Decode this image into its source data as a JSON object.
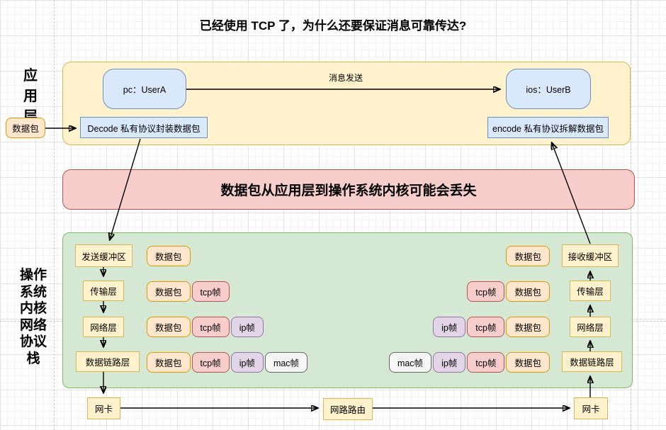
{
  "title": "已经使用 TCP 了，为什么还要保证消息可靠传达?",
  "app_layer": {
    "label": "应\n用\n层",
    "packet": "数据包",
    "sender": "pc：UserA",
    "receiver": "ios：UserB",
    "message_arrow_label": "消息发送",
    "decode_box": "Decode 私有协议封装数据包",
    "encode_box": "encode 私有协议拆解数据包"
  },
  "warning_banner": "数据包从应用层到操作系统内核可能会丢失",
  "kernel_stack": {
    "label": "操作\n系统\n内核\n网络\n协议\n栈",
    "send_side": [
      "发送缓冲区",
      "传输层",
      "网络层",
      "数据链路层"
    ],
    "receive_side": [
      "接收缓冲区",
      "传输层",
      "网络层",
      "数据链路层"
    ],
    "send_frame_rows": [
      [
        {
          "type": "packet",
          "label": "数据包"
        }
      ],
      [
        {
          "type": "packet",
          "label": "数据包"
        },
        {
          "type": "tcp",
          "label": "tcp帧"
        }
      ],
      [
        {
          "type": "packet",
          "label": "数据包"
        },
        {
          "type": "tcp",
          "label": "tcp帧"
        },
        {
          "type": "ip",
          "label": "ip帧"
        }
      ],
      [
        {
          "type": "packet",
          "label": "数据包"
        },
        {
          "type": "tcp",
          "label": "tcp帧"
        },
        {
          "type": "ip",
          "label": "ip帧"
        },
        {
          "type": "mac",
          "label": "mac帧"
        }
      ]
    ],
    "receive_frame_rows": [
      [
        {
          "type": "packet",
          "label": "数据包"
        }
      ],
      [
        {
          "type": "tcp",
          "label": "tcp帧"
        },
        {
          "type": "packet",
          "label": "数据包"
        }
      ],
      [
        {
          "type": "ip",
          "label": "ip帧"
        },
        {
          "type": "tcp",
          "label": "tcp帧"
        },
        {
          "type": "packet",
          "label": "数据包"
        }
      ],
      [
        {
          "type": "mac",
          "label": "mac帧"
        },
        {
          "type": "ip",
          "label": "ip帧"
        },
        {
          "type": "tcp",
          "label": "tcp帧"
        },
        {
          "type": "packet",
          "label": "数据包"
        }
      ]
    ]
  },
  "network": {
    "nic_left": "网卡",
    "router": "网路路由",
    "nic_right": "网卡"
  },
  "colors": {
    "yellow_fill": "#FFF2CC",
    "yellow_stroke": "#D6B656",
    "blue_fill": "#DAE8FC",
    "blue_stroke": "#6C8EBF",
    "pink_fill": "#F8CECC",
    "pink_stroke": "#B85450",
    "green_fill": "#D5E8D4",
    "green_stroke": "#82B366",
    "orange_fill": "#FFE6CC",
    "orange_stroke": "#D79B00",
    "purple_fill": "#E1D5E7",
    "purple_stroke": "#9673A6",
    "gray_fill": "#F5F5F5",
    "gray_stroke": "#666666"
  }
}
